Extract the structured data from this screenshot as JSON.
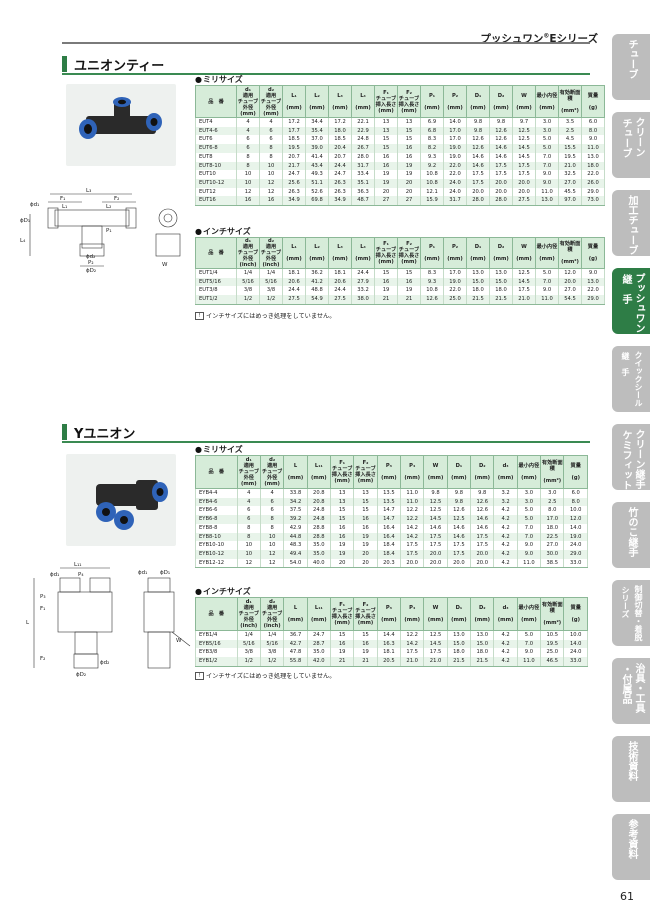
{
  "header": {
    "series_title_a": "プッシュワン",
    "series_title_sup": "®",
    "series_title_b": "Eシリーズ"
  },
  "side_tabs": [
    {
      "line1": "チューブ",
      "line2": "",
      "active": false
    },
    {
      "line1": "クリーン",
      "line2": "チューブ",
      "active": false
    },
    {
      "line1": "加工チューブ",
      "line2": "",
      "active": false
    },
    {
      "line1": "プッシュワン",
      "line2": "継　手",
      "active": true
    },
    {
      "line1": "クイックシール",
      "line2": "継　手",
      "active": false
    },
    {
      "line1": "クリーン継手",
      "line2": "ケミフィット",
      "active": false
    },
    {
      "line1": "竹のこ継手",
      "line2": "",
      "active": false
    },
    {
      "line1": "制御切替・着脱",
      "line2": "シリーズ",
      "active": false
    },
    {
      "line1": "治具・工具",
      "line2": "・付属品",
      "active": false
    },
    {
      "line1": "技術資料",
      "line2": "",
      "active": false
    },
    {
      "line1": "参考資料",
      "line2": "",
      "active": false
    }
  ],
  "page_number": "61",
  "section1": {
    "title": "ユニオンティー",
    "metric_label": "ミリサイズ",
    "inch_label": "インチサイズ",
    "note": "インチサイズにはめっき処理をしていません。",
    "drawing_labels": [
      "L₃",
      "F₁",
      "F₂",
      "L₁",
      "L₂",
      "ϕd₁",
      "ϕd₂",
      "ϕD₁",
      "ϕD₂",
      "P₁",
      "P₂",
      "L₄",
      "W"
    ],
    "metric_headers": [
      "品　番",
      "d₁\n適用\nチューブ\n外径\n(mm)",
      "d₂\n適用\nチューブ\n外径\n(mm)",
      "L₁\n\n(mm)",
      "L₂\n\n(mm)",
      "L₃\n\n(mm)",
      "L₄\n\n(mm)",
      "F₁\nチューブ\n挿入長さ\n(mm)",
      "F₂\nチューブ\n挿入長さ\n(mm)",
      "P₁\n\n(mm)",
      "P₂\n\n(mm)",
      "D₁\n\n(mm)",
      "D₂\n\n(mm)",
      "W\n\n(mm)",
      "最小内径\n\n(mm)",
      "有効断面積\n\n(mm²)",
      "質量\n\n(g)"
    ],
    "metric_rows": [
      [
        "EUT4",
        "4",
        "4",
        "17.2",
        "34.4",
        "17.2",
        "22.1",
        "13",
        "13",
        "6.9",
        "14.0",
        "9.8",
        "9.8",
        "9.7",
        "3.0",
        "3.5",
        "6.0"
      ],
      [
        "EUT4-6",
        "4",
        "6",
        "17.7",
        "35.4",
        "18.0",
        "22.9",
        "13",
        "15",
        "6.8",
        "17.0",
        "9.8",
        "12.6",
        "12.5",
        "3.0",
        "2.5",
        "8.0"
      ],
      [
        "EUT6",
        "6",
        "6",
        "18.5",
        "37.0",
        "18.5",
        "24.8",
        "15",
        "15",
        "8.3",
        "17.0",
        "12.6",
        "12.6",
        "12.5",
        "5.0",
        "4.5",
        "9.0"
      ],
      [
        "EUT6-8",
        "6",
        "8",
        "19.5",
        "39.0",
        "20.4",
        "26.7",
        "15",
        "16",
        "8.2",
        "19.0",
        "12.6",
        "14.6",
        "14.5",
        "5.0",
        "15.5",
        "11.0"
      ],
      [
        "EUT8",
        "8",
        "8",
        "20.7",
        "41.4",
        "20.7",
        "28.0",
        "16",
        "16",
        "9.3",
        "19.0",
        "14.6",
        "14.6",
        "14.5",
        "7.0",
        "19.5",
        "13.0"
      ],
      [
        "EUT8-10",
        "8",
        "10",
        "21.7",
        "43.4",
        "24.4",
        "31.7",
        "16",
        "19",
        "9.2",
        "22.0",
        "14.6",
        "17.5",
        "17.5",
        "7.0",
        "21.0",
        "18.0"
      ],
      [
        "EUT10",
        "10",
        "10",
        "24.7",
        "49.3",
        "24.7",
        "33.4",
        "19",
        "19",
        "10.8",
        "22.0",
        "17.5",
        "17.5",
        "17.5",
        "9.0",
        "32.5",
        "22.0"
      ],
      [
        "EUT10-12",
        "10",
        "12",
        "25.6",
        "51.1",
        "26.3",
        "35.1",
        "19",
        "20",
        "10.8",
        "24.0",
        "17.5",
        "20.0",
        "20.0",
        "9.0",
        "27.0",
        "26.0"
      ],
      [
        "EUT12",
        "12",
        "12",
        "26.3",
        "52.6",
        "26.3",
        "36.3",
        "20",
        "20",
        "12.1",
        "24.0",
        "20.0",
        "20.0",
        "20.0",
        "11.0",
        "45.5",
        "29.0"
      ],
      [
        "EUT16",
        "16",
        "16",
        "34.9",
        "69.8",
        "34.9",
        "48.7",
        "27",
        "27",
        "15.9",
        "31.7",
        "28.0",
        "28.0",
        "27.5",
        "13.0",
        "97.0",
        "73.0"
      ]
    ],
    "inch_headers": [
      "品　番",
      "d₁\n適用\nチューブ\n外径\n(inch)",
      "d₂\n適用\nチューブ\n外径\n(inch)",
      "L₁\n\n(mm)",
      "L₂\n\n(mm)",
      "L₃\n\n(mm)",
      "L₄\n\n(mm)",
      "F₁\nチューブ\n挿入長さ\n(mm)",
      "F₂\nチューブ\n挿入長さ\n(mm)",
      "P₁\n\n(mm)",
      "P₂\n\n(mm)",
      "D₁\n\n(mm)",
      "D₂\n\n(mm)",
      "W\n\n(mm)",
      "最小内径\n\n(mm)",
      "有効断面積\n\n(mm²)",
      "質量\n\n(g)"
    ],
    "inch_rows": [
      [
        "EUT1/4",
        "1/4",
        "1/4",
        "18.1",
        "36.2",
        "18.1",
        "24.4",
        "15",
        "15",
        "8.3",
        "17.0",
        "13.0",
        "13.0",
        "12.5",
        "5.0",
        "12.0",
        "9.0"
      ],
      [
        "EUT5/16",
        "5/16",
        "5/16",
        "20.6",
        "41.2",
        "20.6",
        "27.9",
        "16",
        "16",
        "9.3",
        "19.0",
        "15.0",
        "15.0",
        "14.5",
        "7.0",
        "20.0",
        "13.0"
      ],
      [
        "EUT3/8",
        "3/8",
        "3/8",
        "24.4",
        "48.8",
        "24.4",
        "33.2",
        "19",
        "19",
        "10.8",
        "22.0",
        "18.0",
        "18.0",
        "17.5",
        "9.0",
        "27.0",
        "22.0"
      ],
      [
        "EUT1/2",
        "1/2",
        "1/2",
        "27.5",
        "54.9",
        "27.5",
        "38.0",
        "21",
        "21",
        "12.6",
        "25.0",
        "21.5",
        "21.5",
        "21.0",
        "11.0",
        "54.5",
        "29.0"
      ]
    ]
  },
  "section2": {
    "title": "Yユニオン",
    "metric_label": "ミリサイズ",
    "inch_label": "インチサイズ",
    "note": "インチサイズにはめっき処理をしていません。",
    "drawing_labels": [
      "L₁₁",
      "P₄",
      "ϕd₁",
      "ϕD₁",
      "P₃",
      "ϕd₁",
      "L",
      "F₁",
      "F₂",
      "ϕd₂",
      "ϕD₂",
      "W"
    ],
    "metric_headers": [
      "品　番",
      "d₁\n適用\nチューブ\n外径\n(mm)",
      "d₂\n適用\nチューブ\n外径\n(mm)",
      "L\n\n(mm)",
      "L₁₁\n\n(mm)",
      "F₁\nチューブ\n挿入長さ\n(mm)",
      "F₂\nチューブ\n挿入長さ\n(mm)",
      "P₃\n\n(mm)",
      "P₄\n\n(mm)",
      "W\n\n(mm)",
      "D₁\n\n(mm)",
      "D₂\n\n(mm)",
      "d₃\n\n(mm)",
      "最小内径\n\n(mm)",
      "有効断面積\n\n(mm²)",
      "質量\n\n(g)"
    ],
    "metric_rows": [
      [
        "EYB4-4",
        "4",
        "4",
        "33.8",
        "20.8",
        "13",
        "13",
        "13.5",
        "11.0",
        "9.8",
        "9.8",
        "9.8",
        "3.2",
        "3.0",
        "3.0",
        "6.0"
      ],
      [
        "EYB4-6",
        "4",
        "6",
        "34.2",
        "20.8",
        "13",
        "15",
        "13.5",
        "11.0",
        "12.5",
        "9.8",
        "12.6",
        "3.2",
        "3.0",
        "2.5",
        "8.0"
      ],
      [
        "EYB6-6",
        "6",
        "6",
        "37.5",
        "24.8",
        "15",
        "15",
        "14.7",
        "12.2",
        "12.5",
        "12.6",
        "12.6",
        "4.2",
        "5.0",
        "8.0",
        "10.0"
      ],
      [
        "EYB6-8",
        "6",
        "8",
        "39.2",
        "24.8",
        "15",
        "16",
        "14.7",
        "12.2",
        "14.5",
        "12.5",
        "14.6",
        "4.2",
        "5.0",
        "17.0",
        "12.0"
      ],
      [
        "EYB8-8",
        "8",
        "8",
        "42.9",
        "28.8",
        "16",
        "16",
        "16.4",
        "14.2",
        "14.6",
        "14.6",
        "14.6",
        "4.2",
        "7.0",
        "18.0",
        "14.0"
      ],
      [
        "EYB8-10",
        "8",
        "10",
        "44.8",
        "28.8",
        "16",
        "19",
        "16.4",
        "14.2",
        "17.5",
        "14.6",
        "17.5",
        "4.2",
        "7.0",
        "22.5",
        "19.0"
      ],
      [
        "EYB10-10",
        "10",
        "10",
        "48.3",
        "35.0",
        "19",
        "19",
        "18.4",
        "17.5",
        "17.5",
        "17.5",
        "17.5",
        "4.2",
        "9.0",
        "27.0",
        "24.0"
      ],
      [
        "EYB10-12",
        "10",
        "12",
        "49.4",
        "35.0",
        "19",
        "20",
        "18.4",
        "17.5",
        "20.0",
        "17.5",
        "20.0",
        "4.2",
        "9.0",
        "30.0",
        "29.0"
      ],
      [
        "EYB12-12",
        "12",
        "12",
        "54.0",
        "40.0",
        "20",
        "20",
        "20.3",
        "20.0",
        "20.0",
        "20.0",
        "20.0",
        "4.2",
        "11.0",
        "38.5",
        "33.0"
      ]
    ],
    "inch_headers": [
      "品　番",
      "d₁\n適用\nチューブ\n外径\n(inch)",
      "d₂\n適用\nチューブ\n外径\n(inch)",
      "L\n\n(mm)",
      "L₁₁\n\n(mm)",
      "F₁\nチューブ\n挿入長さ\n(mm)",
      "F₂\nチューブ\n挿入長さ\n(mm)",
      "P₃\n\n(mm)",
      "P₄\n\n(mm)",
      "W\n\n(mm)",
      "D₁\n\n(mm)",
      "D₂\n\n(mm)",
      "d₃\n\n(mm)",
      "最小内径\n\n(mm)",
      "有効断面積\n\n(mm²)",
      "質量\n\n(g)"
    ],
    "inch_rows": [
      [
        "EYB1/4",
        "1/4",
        "1/4",
        "36.7",
        "24.7",
        "15",
        "15",
        "14.4",
        "12.2",
        "12.5",
        "13.0",
        "13.0",
        "4.2",
        "5.0",
        "10.5",
        "10.0"
      ],
      [
        "EYB5/16",
        "5/16",
        "5/16",
        "42.7",
        "28.7",
        "16",
        "16",
        "16.3",
        "14.2",
        "14.5",
        "15.0",
        "15.0",
        "4.2",
        "7.0",
        "19.5",
        "14.0"
      ],
      [
        "EYB3/8",
        "3/8",
        "3/8",
        "47.8",
        "35.0",
        "19",
        "19",
        "18.1",
        "17.5",
        "17.5",
        "18.0",
        "18.0",
        "4.2",
        "9.0",
        "25.0",
        "24.0"
      ],
      [
        "EYB1/2",
        "1/2",
        "1/2",
        "55.8",
        "42.0",
        "21",
        "21",
        "20.5",
        "21.0",
        "21.0",
        "21.5",
        "21.5",
        "4.2",
        "11.0",
        "46.5",
        "33.0"
      ]
    ]
  },
  "colors": {
    "accent_green": "#2e7d46",
    "header_cell": "#d6ecd9",
    "shade_row": "#e8f4ea",
    "tab_grey": "#bdbdbd",
    "fitting_blue": "#2f63b8"
  }
}
